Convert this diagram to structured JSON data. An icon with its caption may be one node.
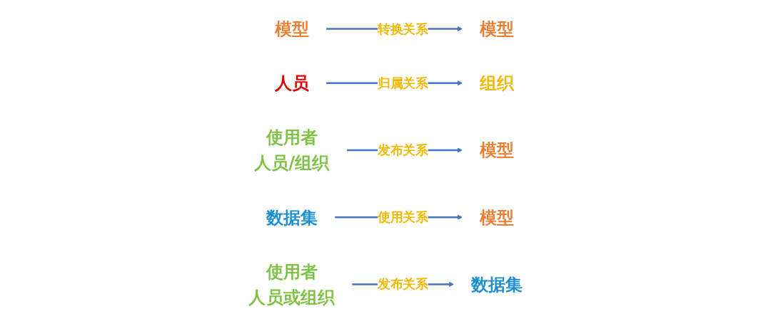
{
  "diagram": {
    "nodes": [
      {
        "text": [
          "模型"
        ]
      },
      {
        "text": [
          "模型"
        ]
      },
      {
        "text": [
          "人员"
        ]
      },
      {
        "text": [
          "组织"
        ]
      },
      {
        "text": [
          "使用者",
          "人员/组织"
        ]
      },
      {
        "text": [
          "模型"
        ]
      },
      {
        "text": [
          "数据集"
        ]
      },
      {
        "text": [
          "模型"
        ]
      },
      {
        "text": [
          "使用者",
          "人员或组织"
        ]
      },
      {
        "text": [
          "数据集"
        ]
      }
    ],
    "edges": [
      {
        "from": 0,
        "to": 1,
        "arrow": "to",
        "label": "转换关系"
      },
      {
        "from": 2,
        "to": 3,
        "arrow": "to",
        "label": "归属关系"
      },
      {
        "from": 4,
        "to": 5,
        "arrow": "to",
        "label": "发布关系"
      },
      {
        "from": 6,
        "to": 7,
        "arrow": "to",
        "label": "使用关系"
      },
      {
        "from": 8,
        "to": 9,
        "arrow": "to",
        "label": "发布关系"
      }
    ]
  }
}
